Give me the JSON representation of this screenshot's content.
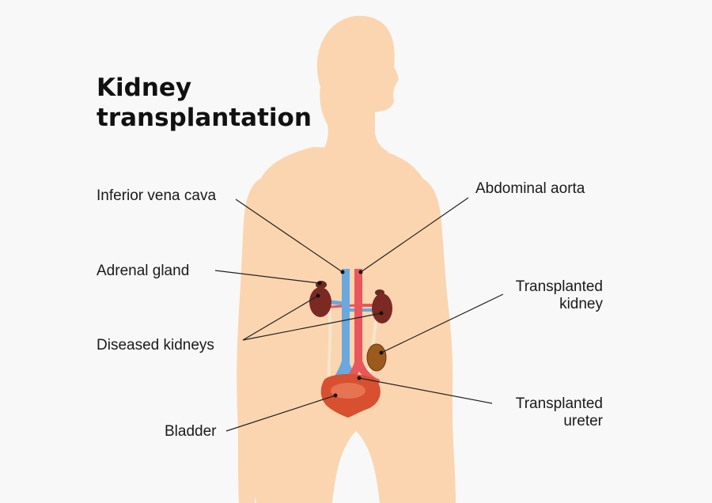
{
  "title": {
    "line1": "Kidney",
    "line2": "transplantation"
  },
  "labels": {
    "inferior_vena_cava": "Inferior vena cava",
    "abdominal_aorta": "Abdominal aorta",
    "adrenal_gland": "Adrenal gland",
    "transplanted_kidney_line1": "Transplanted",
    "transplanted_kidney_line2": "kidney",
    "diseased_kidneys": "Diseased kidneys",
    "transplanted_ureter_line1": "Transplanted",
    "transplanted_ureter_line2": "ureter",
    "bladder": "Bladder"
  },
  "colors": {
    "background": "#f8f8f8",
    "body": "#fbd5b0",
    "vein": "#6aa8de",
    "artery": "#e8575b",
    "diseased_kidney": "#7a2a22",
    "transplanted_kidney": "#9c5a1c",
    "bladder": "#d8502f",
    "ureter": "#f3e6cf",
    "leader_line": "#222222"
  }
}
